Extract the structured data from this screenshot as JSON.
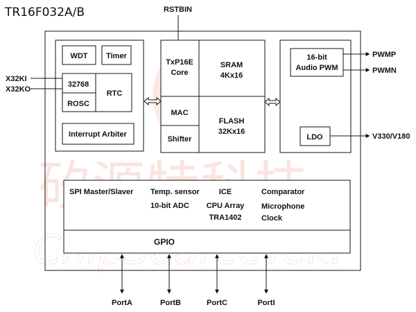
{
  "title": "TR16F032A/B",
  "watermark": {
    "cn": "矽源特科技",
    "en": "ChipSourceTek."
  },
  "blocks": {
    "wdt": "WDT",
    "timer": "Timer",
    "osc_32768": "32768",
    "rosc": "ROSC",
    "rtc": "RTC",
    "interrupt": "Interrupt Arbiter",
    "core": [
      "TxP16E",
      "Core"
    ],
    "sram": [
      "SRAM",
      "4Kx16"
    ],
    "mac": "MAC",
    "shifter": "Shifter",
    "flash": [
      "FLASH",
      "32Kx16"
    ],
    "audio_pwm": [
      "16-bit",
      "Audio PWM"
    ],
    "ldo": "LDO",
    "spi": "SPI Master/Slaver",
    "temp": [
      "Temp. sensor",
      "10-bit ADC"
    ],
    "ice": [
      "ICE",
      "CPU Array",
      "TRA1402"
    ],
    "comparator": [
      "Comparator",
      "Microphone",
      "Clock"
    ],
    "gpio": "GPIO"
  },
  "signals": {
    "rstbin": "RSTBIN",
    "x32ki": "X32KI",
    "x32ko": "X32KO",
    "pwmp": "PWMP",
    "pwmn": "PWMN",
    "v330": "V330/V180"
  },
  "ports": [
    "PortA",
    "PortB",
    "PortC",
    "PortI"
  ],
  "colors": {
    "line": "#111111",
    "watermark": "#f6cfc2"
  }
}
